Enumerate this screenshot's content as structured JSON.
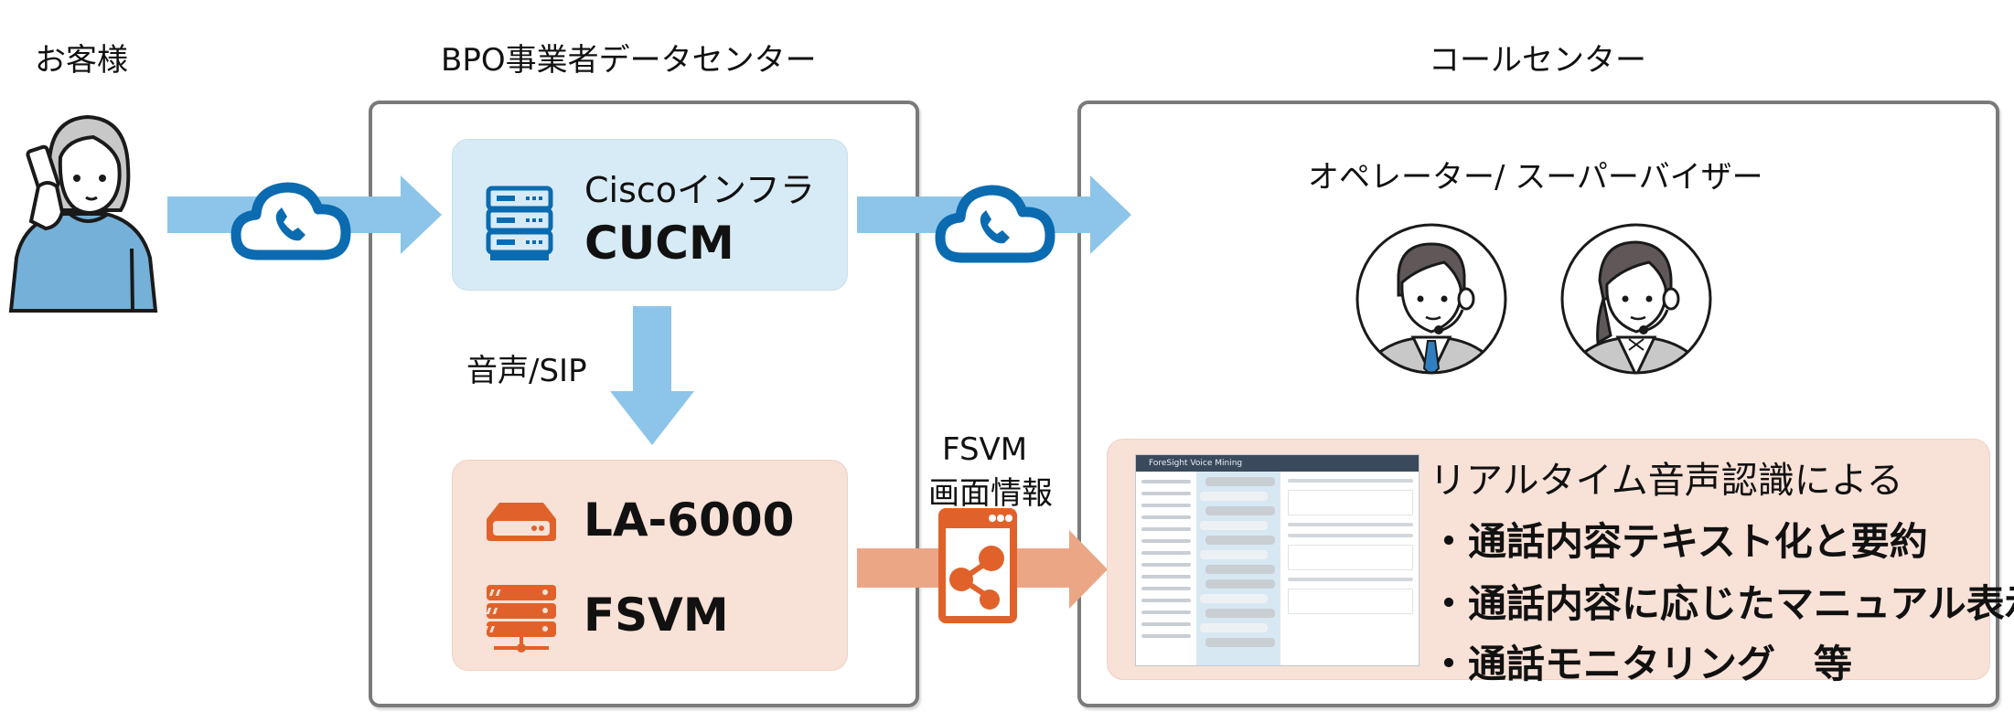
{
  "labels": {
    "customer": "お客様",
    "bpo_datacenter": "BPO事業者データセンター",
    "call_center": "コールセンター"
  },
  "bpo": {
    "cisco_node": {
      "subtitle": "Ciscoインフラ",
      "title": "CUCM",
      "icon": "server-rack-icon"
    },
    "voice_link_label": "音声/SIP",
    "analysis_node": {
      "items": [
        {
          "label": "LA-6000",
          "icon": "hard-drive-icon"
        },
        {
          "label": "FSVM",
          "icon": "network-server-icon"
        }
      ]
    }
  },
  "screen_share": {
    "line1": "FSVM",
    "line2": "画面情報",
    "icon": "share-window-icon"
  },
  "call_center": {
    "roles_label": "オペレーター/ スーパーバイザー",
    "avatars": [
      {
        "name": "male-operator",
        "icon": "male-operator-avatar-icon"
      },
      {
        "name": "female-operator",
        "icon": "female-operator-avatar-icon"
      }
    ],
    "features": {
      "heading": "リアルタイム音声認識による",
      "bullets": [
        "通話内容テキスト化と要約",
        "通話内容に応じたマニュアル表示",
        "通話モニタリング　等"
      ],
      "screenshot_title": "ForeSight Voice Mining"
    }
  },
  "colors": {
    "flow_blue": "#8cc5e9",
    "cloud_blue": "#0b6bb0",
    "flow_orange": "#eba686",
    "icon_orange": "#e0622a",
    "node_blue_bg": "#d7ebf6",
    "node_peach_bg": "#f8e1d6",
    "frame_gray": "#7a7a7a"
  }
}
